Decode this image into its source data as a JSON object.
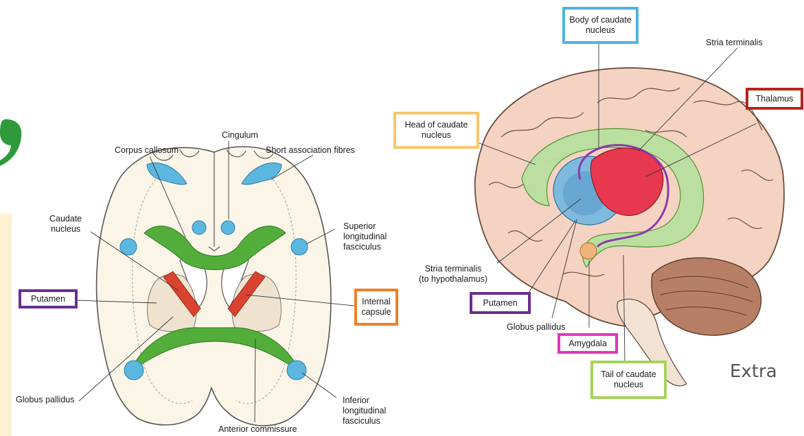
{
  "colors": {
    "purple": "#6a2d91",
    "orange": "#f07f26",
    "skyblue": "#4fb3e0",
    "gold": "#f5c66a",
    "red": "#b7241b",
    "magenta": "#e535b9",
    "lime": "#a6d35a",
    "tract_green": "#52ad3b",
    "nucleus_blue": "#5cb7e0",
    "capsule_red": "#d9432f",
    "brain_pink": "#f4d3c2"
  },
  "coronal": {
    "labels": {
      "cingulum": "Cingulum",
      "corpus_callosum": "Corpus callosum",
      "short_association": "Short association fibres",
      "caudate": "Caudate\nnucleus",
      "superior_long": "Superior\nlongitudinal\nfasciculus",
      "globus_pallidus": "Globus pallidus",
      "anterior_commissure": "Anterior commissure",
      "inferior_long": "Inferior\nlongitudinal\nfasciculus"
    },
    "boxes": {
      "putamen": "Putamen",
      "internal_capsule": "Internal\ncapsule"
    }
  },
  "sagittal": {
    "labels": {
      "stria_terminalis": "Stria terminalis",
      "stria_hypo": "Stria terminalis\n(to hypothalamus)",
      "globus_pallidus": "Globus pallidus"
    },
    "boxes": {
      "body_caudate": "Body of caudate\nnucleus",
      "head_caudate": "Head of caudate\nnucleus",
      "thalamus": "Thalamus",
      "putamen": "Putamen",
      "amygdala": "Amygdala",
      "tail_caudate": "Tail of caudate\nnucleus"
    }
  },
  "extra_text": "Extra"
}
